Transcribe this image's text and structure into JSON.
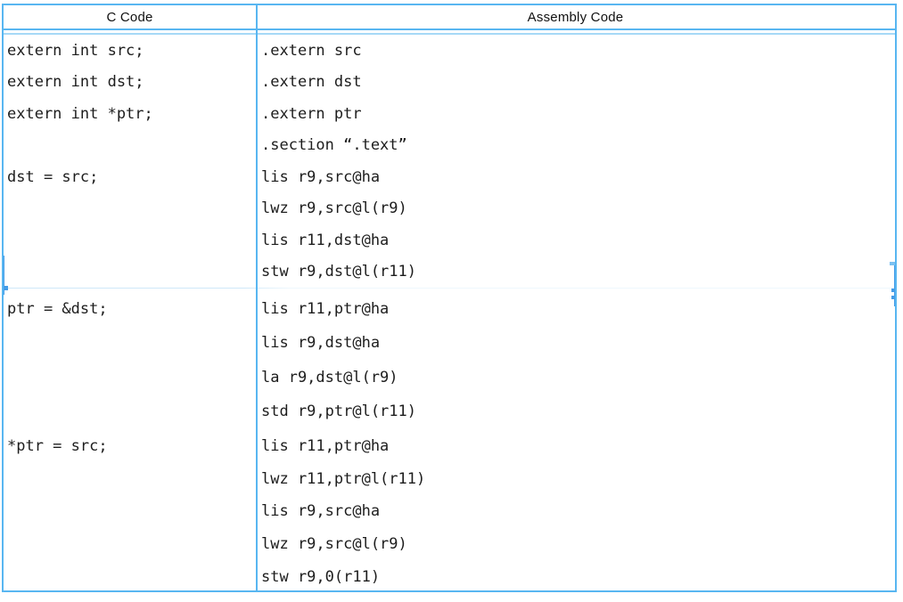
{
  "table": {
    "header": {
      "c_label": "C Code",
      "asm_label": "Assembly Code"
    },
    "rows": [
      {
        "c_lines": [
          "extern int src;",
          "extern int dst;",
          "extern int *ptr;",
          "",
          "dst = src;",
          "",
          "",
          ""
        ],
        "asm_lines": [
          ".extern src",
          ".extern dst",
          ".extern ptr",
          ".section “.text”",
          "lis r9,src@ha",
          "lwz r9,src@l(r9)",
          "lis r11,dst@ha",
          "stw r9,dst@l(r11)"
        ]
      },
      {
        "c_lines": [
          "ptr = &dst;",
          "",
          "",
          ""
        ],
        "asm_lines": [
          "lis r11,ptr@ha",
          "lis r9,dst@ha",
          "la r9,dst@l(r9)",
          "std r9,ptr@l(r11)"
        ]
      },
      {
        "c_lines": [
          "*ptr = src;",
          "",
          "",
          "",
          ""
        ],
        "asm_lines": [
          "lis r11,ptr@ha",
          "lwz r11,ptr@l(r11)",
          "lis r9,src@ha",
          "lwz r9,src@l(r9)",
          "stw r9,0(r11)"
        ]
      }
    ]
  },
  "colors": {
    "page_bg": "#ffffff",
    "table_border": "#58b6f1",
    "header_underline2": "#a6d9f7",
    "row_divider_left": "#cfe8f8",
    "row_divider_right": "#eef7fd",
    "edge_marker": "#459ce7",
    "edge_marker_light": "#7cc1f1",
    "code_text": "#1d1d1d",
    "header_text": "#111111"
  }
}
